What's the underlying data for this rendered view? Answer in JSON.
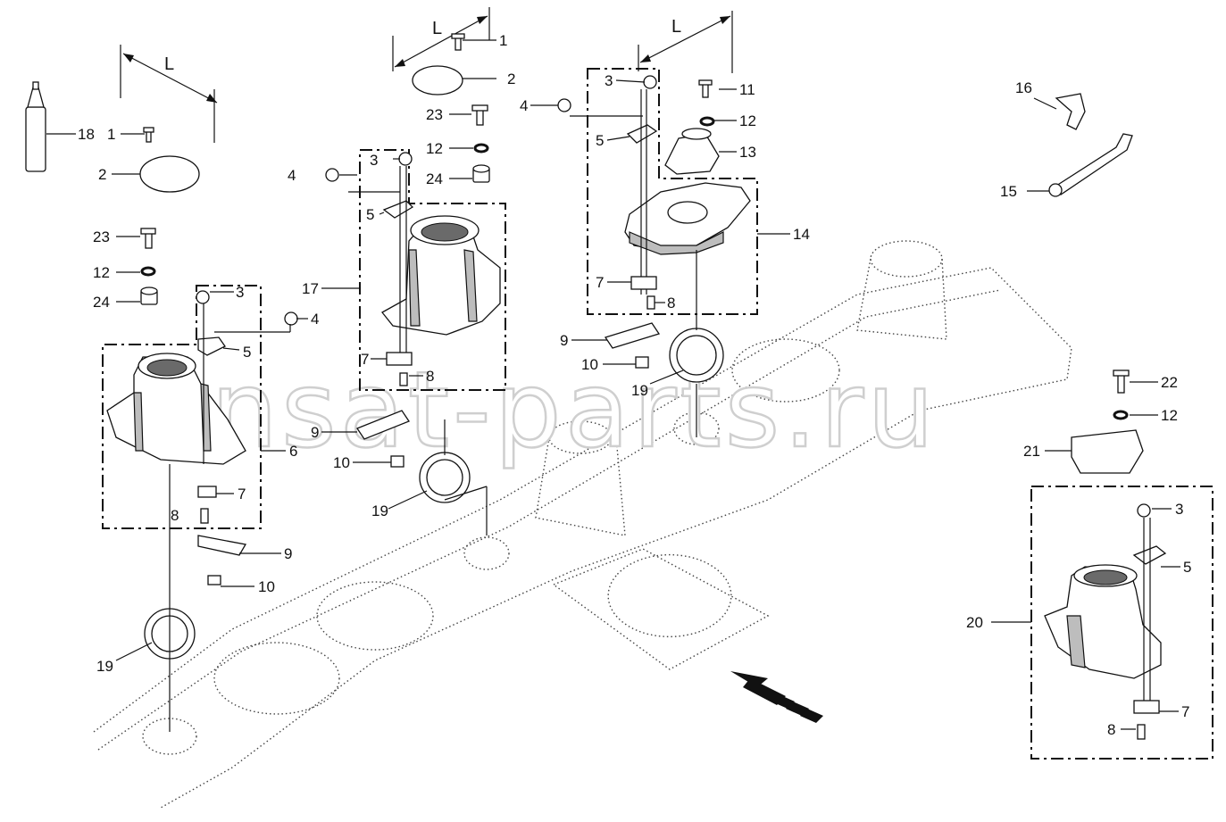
{
  "diagram": {
    "watermark": "ansat-parts.ru",
    "dimension_letter": "L",
    "callouts": {
      "c1a": "1",
      "c1b": "1",
      "c2a": "2",
      "c2b": "2",
      "c3a": "3",
      "c3b": "3",
      "c3c": "3",
      "c3d": "3",
      "c4a": "4",
      "c4b": "4",
      "c4c": "4",
      "c5a": "5",
      "c5b": "5",
      "c5c": "5",
      "c5d": "5",
      "c6": "6",
      "c7a": "7",
      "c7b": "7",
      "c7c": "7",
      "c7d": "7",
      "c8a": "8",
      "c8b": "8",
      "c8c": "8",
      "c8d": "8",
      "c9a": "9",
      "c9b": "9",
      "c9c": "9",
      "c10a": "10",
      "c10b": "10",
      "c10c": "10",
      "c11": "11",
      "c12a": "12",
      "c12b": "12",
      "c12c": "12",
      "c12d": "12",
      "c13": "13",
      "c14": "14",
      "c15": "15",
      "c16": "16",
      "c17": "17",
      "c18": "18",
      "c19a": "19",
      "c19b": "19",
      "c19c": "19",
      "c20": "20",
      "c21": "21",
      "c22": "22",
      "c23a": "23",
      "c23b": "23",
      "c24a": "24",
      "c24b": "24"
    },
    "colors": {
      "line": "#111111",
      "shade": "#bdbdbd",
      "watermark_outline": "#cfcfcf"
    }
  }
}
